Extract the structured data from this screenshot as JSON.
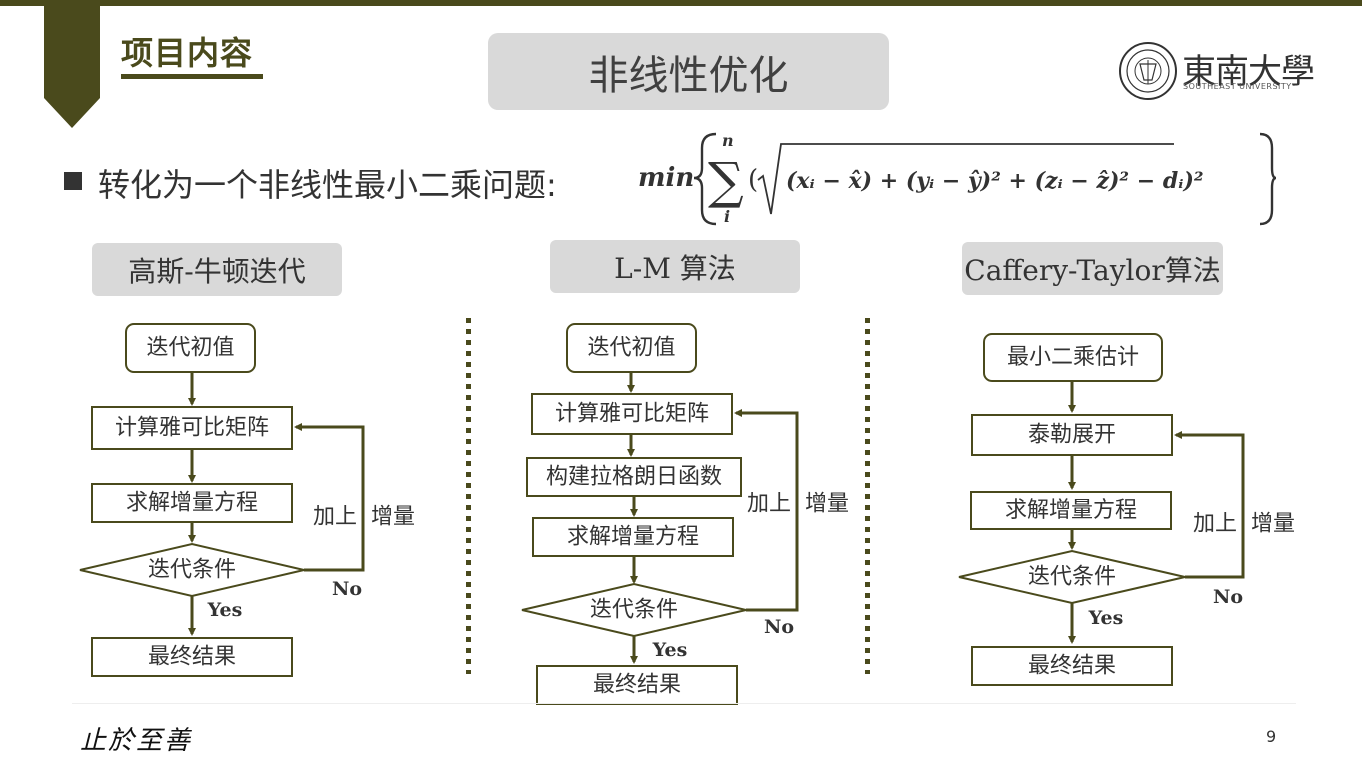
{
  "header": {
    "section_title": "项目内容",
    "main_title": "非线性优化",
    "logo_name": "東南大學",
    "logo_sub": "SOUTHEAST UNIVERSITY"
  },
  "bullet": {
    "text": "转化为一个非线性最小二乘问题:"
  },
  "formula": {
    "min": "min",
    "sup": "n",
    "sub": "i",
    "open_paren": "(",
    "expr": "(xᵢ − x̂) + (yᵢ − ŷ)² + (zᵢ − ẑ)² − dᵢ)²"
  },
  "algorithms": [
    {
      "title": "高斯-牛顿迭代",
      "steps": [
        "迭代初值",
        "计算雅可比矩阵",
        "求解增量方程",
        "迭代条件",
        "最终结果"
      ],
      "yes": "Yes",
      "no": "No",
      "loop_label_a": "加上",
      "loop_label_b": "增量"
    },
    {
      "title": "L-M 算法",
      "steps": [
        "迭代初值",
        "计算雅可比矩阵",
        "构建拉格朗日函数",
        "求解增量方程",
        "迭代条件",
        "最终结果"
      ],
      "yes": "Yes",
      "no": "No",
      "loop_label_a": "加上",
      "loop_label_b": "增量"
    },
    {
      "title": "Caffery-Taylor算法",
      "steps": [
        "最小二乘估计",
        "泰勒展开",
        "求解增量方程",
        "迭代条件",
        "最终结果"
      ],
      "yes": "Yes",
      "no": "No",
      "loop_label_a": "加上",
      "loop_label_b": "增量"
    }
  ],
  "footer": {
    "motto": "止於至善",
    "page_number": "9"
  },
  "colors": {
    "accent": "#4a4a1c",
    "box_gray": "#d9d9d9",
    "text": "#333333"
  }
}
